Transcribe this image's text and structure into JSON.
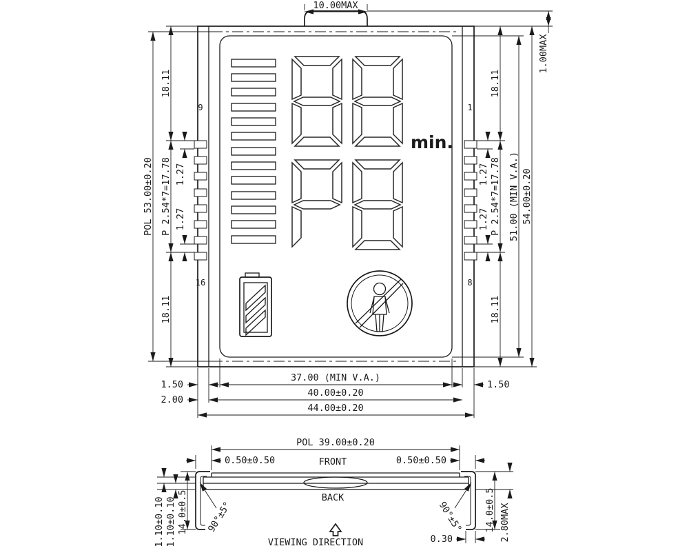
{
  "main_view": {
    "pin_labels": {
      "left_top": "9",
      "left_bottom": "16",
      "right_top": "1",
      "right_bottom": "8"
    },
    "display": {
      "min": "min."
    },
    "dims": {
      "tab_width": "10.00MAX",
      "tab_height": "1.00MAX",
      "top_margin_left": "18.11",
      "pol_height": "POL 53.00±0.20",
      "pin_pitch_left": "P 2.54*7=17.78",
      "half_pitch_left_top": "1.27",
      "half_pitch_left_bottom": "1.27",
      "bottom_margin_left": "18.11",
      "top_margin_right": "18.11",
      "half_pitch_right_top": "1.27",
      "half_pitch_right_bottom": "1.27",
      "pin_pitch_right": "P 2.54*7=17.78",
      "va_height": "51.00 (MIN V.A.)",
      "total_height": "54.00±0.20",
      "bottom_margin_right": "18.11",
      "va_width": "37.00 (MIN V.A.)",
      "seal_width": "40.00±0.20",
      "total_width": "44.00±0.20",
      "edge_left_a": "1.50",
      "edge_left_b": "2.00",
      "edge_right": "1.50"
    }
  },
  "side_view": {
    "labels": {
      "front": "FRONT",
      "back": "BACK",
      "viewing_direction": "VIEWING DIRECTION"
    },
    "dims": {
      "pol_width": "POL 39.00±0.20",
      "pol_inset_left": "0.50±0.50",
      "pol_inset_right": "0.50±0.50",
      "bend_angle_left": "90°±5°",
      "bend_angle_right": "90°±5°",
      "glass_a": "1.10±0.10",
      "glass_b": "1.10±0.10",
      "leg_left": "14.0±0.5",
      "leg_right": "14.0±0.5",
      "thickness_max": "2.80MAX",
      "foot_gap": "0.30"
    }
  },
  "colors": {
    "line": "#1a1a1a",
    "background": "#ffffff"
  }
}
